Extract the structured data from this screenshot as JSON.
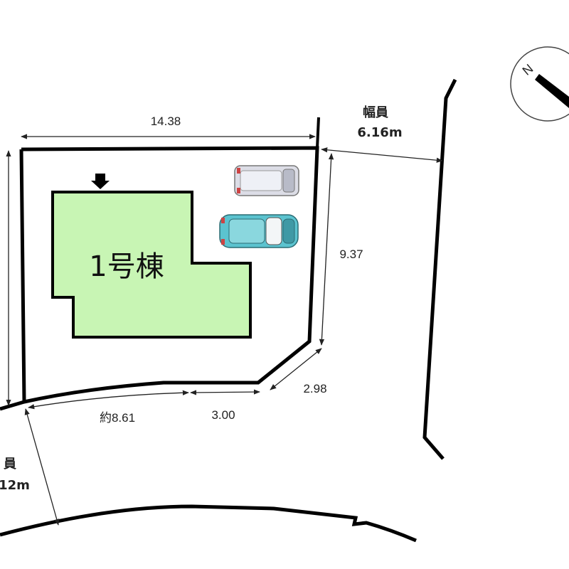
{
  "building": {
    "label": "1号棟",
    "fill_color": "#c8f5b4"
  },
  "dimensions": {
    "top": "14.38",
    "right": "9.37",
    "diagonal": "2.98",
    "bottom_left": "約8.61",
    "bottom_right": "3.00"
  },
  "roads": {
    "east": {
      "title": "幅員",
      "width": "6.16m"
    },
    "southwest": {
      "title": "員",
      "width": "12m"
    }
  },
  "compass": {
    "north_letter": "N"
  },
  "cars": [
    {
      "color": "#dcdde6",
      "kind": "silver minivan"
    },
    {
      "color": "#5bc3cf",
      "kind": "teal hatchback"
    }
  ]
}
